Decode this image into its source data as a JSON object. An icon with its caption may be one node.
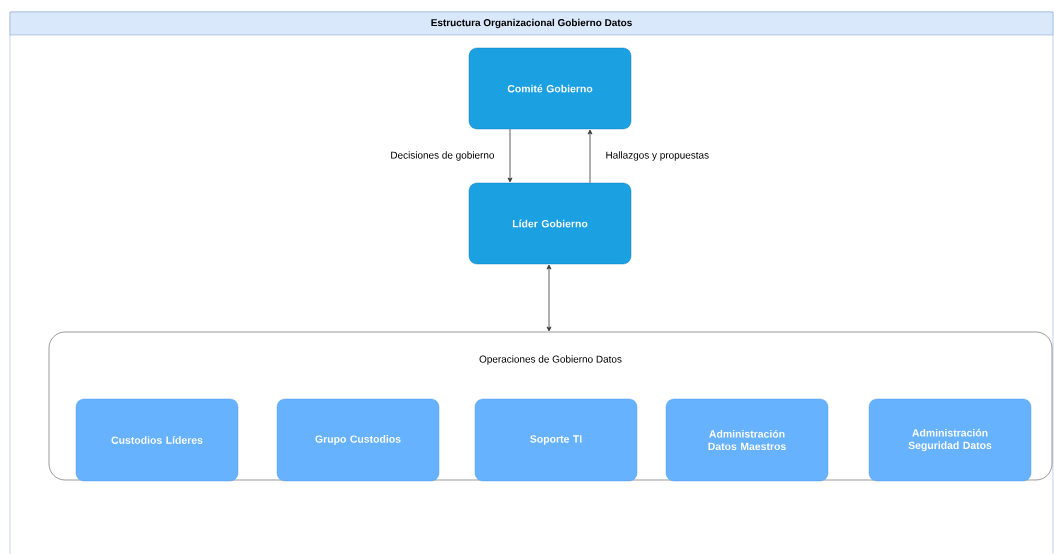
{
  "diagram": {
    "title": "Estructura Organizacional Gobierno Datos",
    "nodes": [
      {
        "text": [
          "Comité Gobierno"
        ]
      },
      {
        "text": [
          "Líder Gobierno"
        ]
      },
      {
        "text": [
          "Operaciones de Gobierno Datos"
        ]
      },
      {
        "text": [
          "Custodios Líderes"
        ],
        "in": 2
      },
      {
        "text": [
          "Grupo Custodios"
        ],
        "in": 2
      },
      {
        "text": [
          "Soporte TI"
        ],
        "in": 2
      },
      {
        "text": [
          "Administración Datos Maestros"
        ],
        "in": 2
      },
      {
        "text": [
          "Administración Seguridad Datos"
        ],
        "in": 2
      }
    ],
    "edges": [
      {
        "from": 0,
        "to": 1,
        "arrow": "to",
        "label": "Decisiones de gobierno"
      },
      {
        "from": 1,
        "to": 0,
        "arrow": "to",
        "label": "Hallazgos y propuestas"
      },
      {
        "from": 1,
        "to": 2,
        "arrow": "both"
      }
    ]
  }
}
